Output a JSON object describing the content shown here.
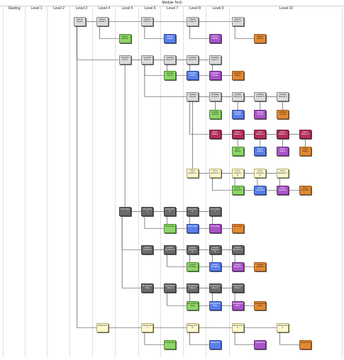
{
  "title": "Module Tech",
  "levels": [
    "Starting",
    "Level 1",
    "Level 2",
    "Level 3",
    "Level 4",
    "Level 5",
    "Level 6",
    "Level 7",
    "Level 8",
    "Level 9",
    "Level 10"
  ],
  "colors": {
    "gray": "#dcdcdc",
    "dark": "#6a6a6a",
    "green": "#8fd46a",
    "blue": "#5b7fe8",
    "purple": "#a855c8",
    "orange": "#e08a35",
    "red": "#b23058",
    "cream": "#fbf8cf",
    "wire": "#3a3a3a"
  },
  "nodes": [
    {
      "id": "n1",
      "label": "Plasma Module",
      "color": "gray"
    },
    {
      "id": "n2",
      "label": "Plasma Module II",
      "color": "gray"
    },
    {
      "id": "n3",
      "label": "Plasma Module III",
      "color": "gray"
    },
    {
      "id": "n4",
      "label": "Plasma Module IV",
      "color": "gray"
    },
    {
      "id": "n5",
      "label": "Plasma Module V",
      "color": "gray"
    },
    {
      "id": "n6",
      "label": "Plasma Module",
      "color": "green"
    },
    {
      "id": "n7",
      "label": "Plasma Module",
      "color": "blue"
    },
    {
      "id": "n8",
      "label": "Plasma Module",
      "color": "purple"
    },
    {
      "id": "n9",
      "label": "Plasma Module",
      "color": "orange"
    },
    {
      "id": "n10",
      "label": "Guardian Stones",
      "color": "gray"
    },
    {
      "id": "n11",
      "label": "Guardian Stones II",
      "color": "gray"
    },
    {
      "id": "n12",
      "label": "Guardian Stones III",
      "color": "gray"
    },
    {
      "id": "n13",
      "label": "Guardian Stones IV",
      "color": "gray"
    },
    {
      "id": "n14",
      "label": "Guardian Stones V",
      "color": "gray"
    },
    {
      "id": "n15",
      "label": "Guardian Stones",
      "color": "green"
    },
    {
      "id": "n16",
      "label": "Guardian Stones",
      "color": "blue"
    },
    {
      "id": "n17",
      "label": "Guardian Stones",
      "color": "purple"
    },
    {
      "id": "n18",
      "label": "Guardian Stones",
      "color": "orange"
    },
    {
      "id": "n19",
      "label": "Unifiable Torpedo",
      "color": "gray"
    },
    {
      "id": "n20",
      "label": "Unifiable Torpedo II",
      "color": "gray"
    },
    {
      "id": "n21",
      "label": "Unifiable Torpedo III",
      "color": "gray"
    },
    {
      "id": "n22",
      "label": "Unifiable Torpedo IV",
      "color": "gray"
    },
    {
      "id": "n23",
      "label": "Unifiable Torpedo V",
      "color": "gray"
    },
    {
      "id": "n24",
      "label": "Unifiable Torpedo",
      "color": "green"
    },
    {
      "id": "n25",
      "label": "Unifiable Torpedo",
      "color": "blue"
    },
    {
      "id": "n26",
      "label": "Unifiable Torpedo",
      "color": "purple"
    },
    {
      "id": "n27",
      "label": "Unifiable Torpedo",
      "color": "orange"
    },
    {
      "id": "n28",
      "label": "Stone Battery",
      "color": "red"
    },
    {
      "id": "n29",
      "label": "Stone Battery II",
      "color": "red"
    },
    {
      "id": "n30",
      "label": "Stone Battery III",
      "color": "red"
    },
    {
      "id": "n31",
      "label": "Stone Battery IV",
      "color": "red"
    },
    {
      "id": "n32",
      "label": "Stone Battery V",
      "color": "red"
    },
    {
      "id": "n33",
      "label": "Stone Battery",
      "color": "green"
    },
    {
      "id": "n34",
      "label": "Stone Battery",
      "color": "blue"
    },
    {
      "id": "n35",
      "label": "Stone Battery",
      "color": "purple"
    },
    {
      "id": "n36",
      "label": "Stone Battery",
      "color": "orange"
    },
    {
      "id": "n37",
      "label": "Drone Squadron I",
      "color": "cream"
    },
    {
      "id": "n38",
      "label": "Drone Squadron II",
      "color": "cream"
    },
    {
      "id": "n39",
      "label": "Drone Squadron III",
      "color": "cream"
    },
    {
      "id": "n40",
      "label": "Drone Squadron IV",
      "color": "cream"
    },
    {
      "id": "n41",
      "label": "Drone Squadron V",
      "color": "cream"
    },
    {
      "id": "n42",
      "label": "Drone Squadron",
      "color": "green"
    },
    {
      "id": "n43",
      "label": "Drone Squadron",
      "color": "blue"
    },
    {
      "id": "n44",
      "label": "Drone Squadron",
      "color": "purple"
    },
    {
      "id": "n45",
      "label": "Drone Squadron",
      "color": "orange"
    },
    {
      "id": "n46",
      "label": "Drone Bay",
      "color": "dark"
    },
    {
      "id": "n47",
      "label": "Drone Bay II",
      "color": "dark"
    },
    {
      "id": "n48",
      "label": "Drone Bay III",
      "color": "dark"
    },
    {
      "id": "n49",
      "label": "Drone Bay IV",
      "color": "dark"
    },
    {
      "id": "n50",
      "label": "Drone Bay V",
      "color": "dark"
    },
    {
      "id": "n51",
      "label": "Drone Bay",
      "color": "green"
    },
    {
      "id": "n52",
      "label": "Drone Bay",
      "color": "blue"
    },
    {
      "id": "n53",
      "label": "Drone Bay",
      "color": "purple"
    },
    {
      "id": "n54",
      "label": "Drone Bay",
      "color": "orange"
    },
    {
      "id": "n55",
      "label": "Assault Squadron",
      "color": "dark"
    },
    {
      "id": "n56",
      "label": "Assault Squadron II",
      "color": "dark"
    },
    {
      "id": "n57",
      "label": "Assault Squadron III",
      "color": "dark"
    },
    {
      "id": "n58",
      "label": "Assault Squadron IV",
      "color": "dark"
    },
    {
      "id": "n59",
      "label": "Assault Squadron V",
      "color": "dark"
    },
    {
      "id": "n60",
      "label": "Assault Squadron",
      "color": "green"
    },
    {
      "id": "n61",
      "label": "Assault Squadron",
      "color": "blue"
    },
    {
      "id": "n62",
      "label": "Assault Squadron",
      "color": "purple"
    },
    {
      "id": "n63",
      "label": "Assault Squadron",
      "color": "orange"
    },
    {
      "id": "n64",
      "label": "Bombardment Wing",
      "color": "dark"
    },
    {
      "id": "n65",
      "label": "Bombardment Wing II",
      "color": "dark"
    },
    {
      "id": "n66",
      "label": "Bombardment Wing III",
      "color": "dark"
    },
    {
      "id": "n67",
      "label": "Bombardment Wing IV",
      "color": "dark"
    },
    {
      "id": "n68",
      "label": "Bombardment Wing V",
      "color": "dark"
    },
    {
      "id": "n69",
      "label": "Bombardment Wing",
      "color": "green"
    },
    {
      "id": "n70",
      "label": "Bombardment Wing",
      "color": "blue"
    },
    {
      "id": "n71",
      "label": "Bombardment Wing",
      "color": "purple"
    },
    {
      "id": "n72",
      "label": "Bombardment Wing",
      "color": "orange"
    },
    {
      "id": "n73",
      "label": "Missile Pod",
      "color": "cream"
    },
    {
      "id": "n74",
      "label": "Missile Pod II",
      "color": "cream"
    },
    {
      "id": "n75",
      "label": "Missile Pod III",
      "color": "cream"
    },
    {
      "id": "n76",
      "label": "Missile Pod IV",
      "color": "cream"
    },
    {
      "id": "n77",
      "label": "Missile Pod V",
      "color": "cream"
    },
    {
      "id": "n78",
      "label": "Missile Pod",
      "color": "green"
    },
    {
      "id": "n79",
      "label": "Missile Pod",
      "color": "blue"
    },
    {
      "id": "n80",
      "label": "Missile Pod",
      "color": "purple"
    },
    {
      "id": "n81",
      "label": "Missile Pod",
      "color": "orange"
    }
  ]
}
